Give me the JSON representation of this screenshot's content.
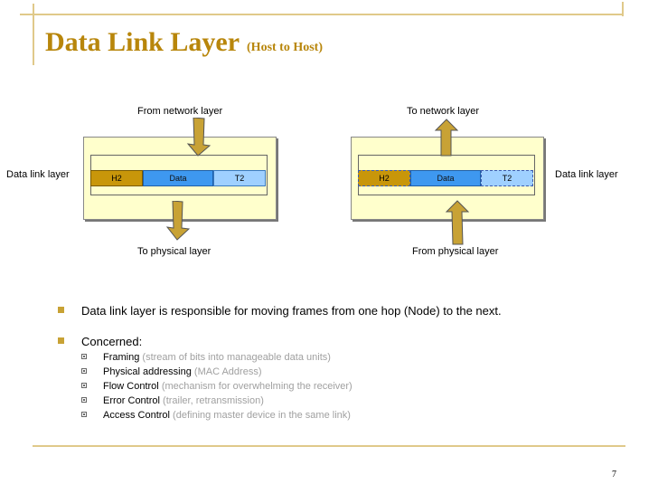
{
  "title": {
    "main": "Data Link Layer",
    "sub": "(Host to Host)"
  },
  "diagram": {
    "left": {
      "from_label": "From network layer",
      "to_label": "To physical layer",
      "side_label": "Data link layer",
      "segments": [
        "H2",
        "Data",
        "T2"
      ]
    },
    "right": {
      "from_label": "To network layer",
      "to_label": "From physical layer",
      "side_label": "Data link layer",
      "segments": [
        "H2",
        "Data",
        "T2"
      ]
    },
    "colors": {
      "header": "#c8960a",
      "data": "#3e98f0",
      "trailer": "#9fd0ff",
      "panel": "#ffffcc",
      "arrow": "#c8a235"
    }
  },
  "bullets": [
    {
      "text": "Data link layer is responsible for moving frames from one hop (Node) to the next."
    },
    {
      "text": "Concerned:"
    }
  ],
  "sub_bullets": [
    {
      "term": "Framing",
      "desc": "(stream of bits into manageable data units)"
    },
    {
      "term": "Physical addressing",
      "desc": "(MAC Address)"
    },
    {
      "term": "Flow Control",
      "desc": "(mechanism for overwhelming the receiver)"
    },
    {
      "term": "Error Control",
      "desc": "(trailer, retransmission)"
    },
    {
      "term": "Access Control",
      "desc": "(defining master device in the same link)"
    }
  ],
  "page_number": "7"
}
